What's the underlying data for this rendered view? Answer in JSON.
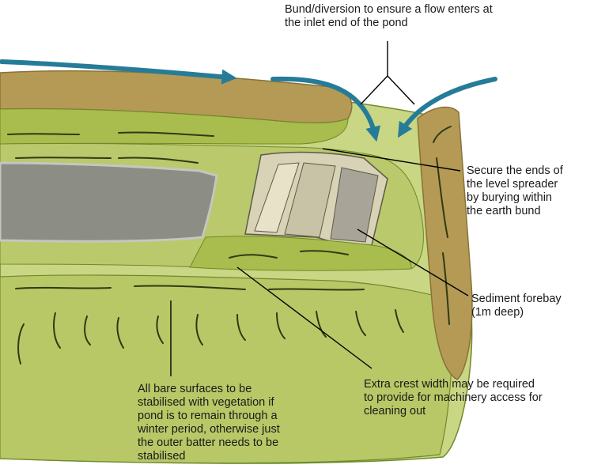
{
  "annotations": {
    "bund_diversion": "Bund/diversion to ensure a flow enters at\nthe inlet end of the pond",
    "secure_ends": "Secure the ends of\nthe level spreader\nby burying within\nthe earth bund",
    "sediment_forebay": "Sediment forebay\n(1m deep)",
    "extra_crest": "Extra crest width may be required\nto provide for machinery access for\ncleaning out",
    "bare_surfaces": "All bare surfaces to be\nstabilised with vegetation if\npond is to remain through a\nwinter period, otherwise just\nthe outer batter needs to be\nstabilised"
  },
  "colors": {
    "grass_light": "#c9d684",
    "grass_mid": "#a9bc4e",
    "grass_dark": "#7e9a2c",
    "bund_tan": "#b49a55",
    "bund_dark": "#8a7238",
    "water": "#8c8e86",
    "water_edge": "#c5c7bf",
    "spreader": "#d8d2b6",
    "flow_arrow": "#267c98",
    "leader_line": "#000000"
  }
}
